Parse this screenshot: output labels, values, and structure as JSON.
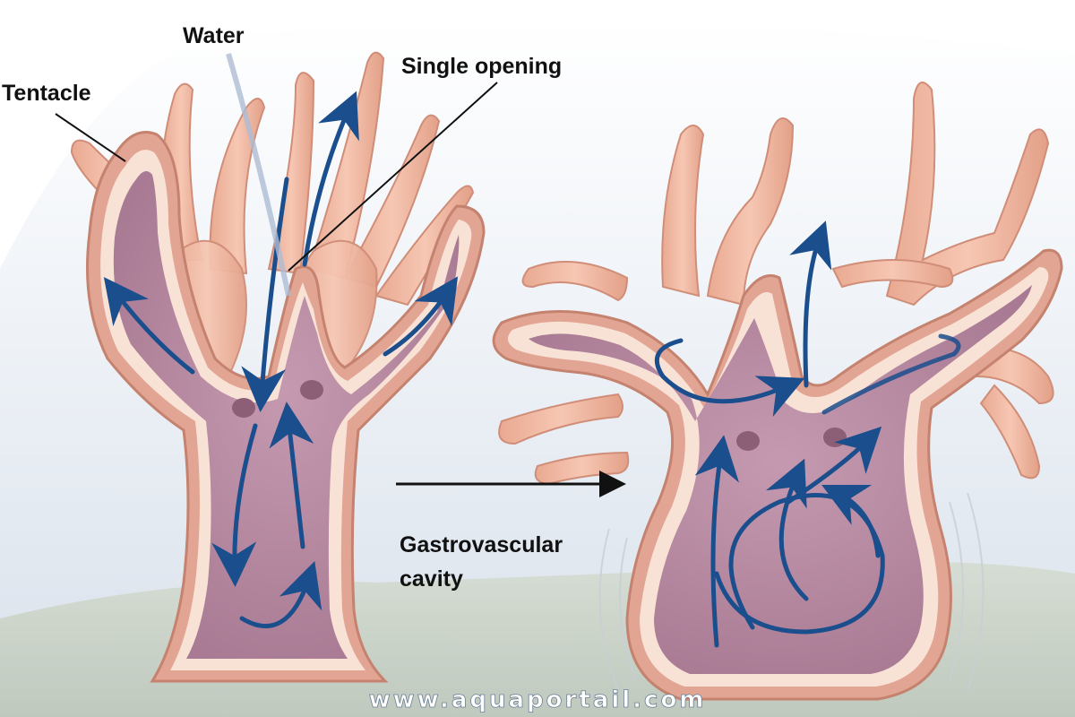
{
  "labels": {
    "water": "Water",
    "tentacle": "Tentacle",
    "single_opening": "Single opening",
    "gastrovascular_line1": "Gastrovascular",
    "gastrovascular_line2": "cavity"
  },
  "watermark": "www.aquaportail.com",
  "colors": {
    "background_sky": "#dde5ef",
    "ground": "#c9d3c9",
    "tentacle": "#f0b8a2",
    "body_outer": "#e2a594",
    "body_wall": "#f8e2d6",
    "cavity": "#b98aa1",
    "cavity_dark": "#9e6f88",
    "flow_arrow": "#1b4e8c",
    "label_text": "#111111",
    "watermark_text": "#ffffff"
  },
  "icons": [
    "flow-arrow-icon",
    "transition-arrow-icon",
    "pore-icon"
  ]
}
